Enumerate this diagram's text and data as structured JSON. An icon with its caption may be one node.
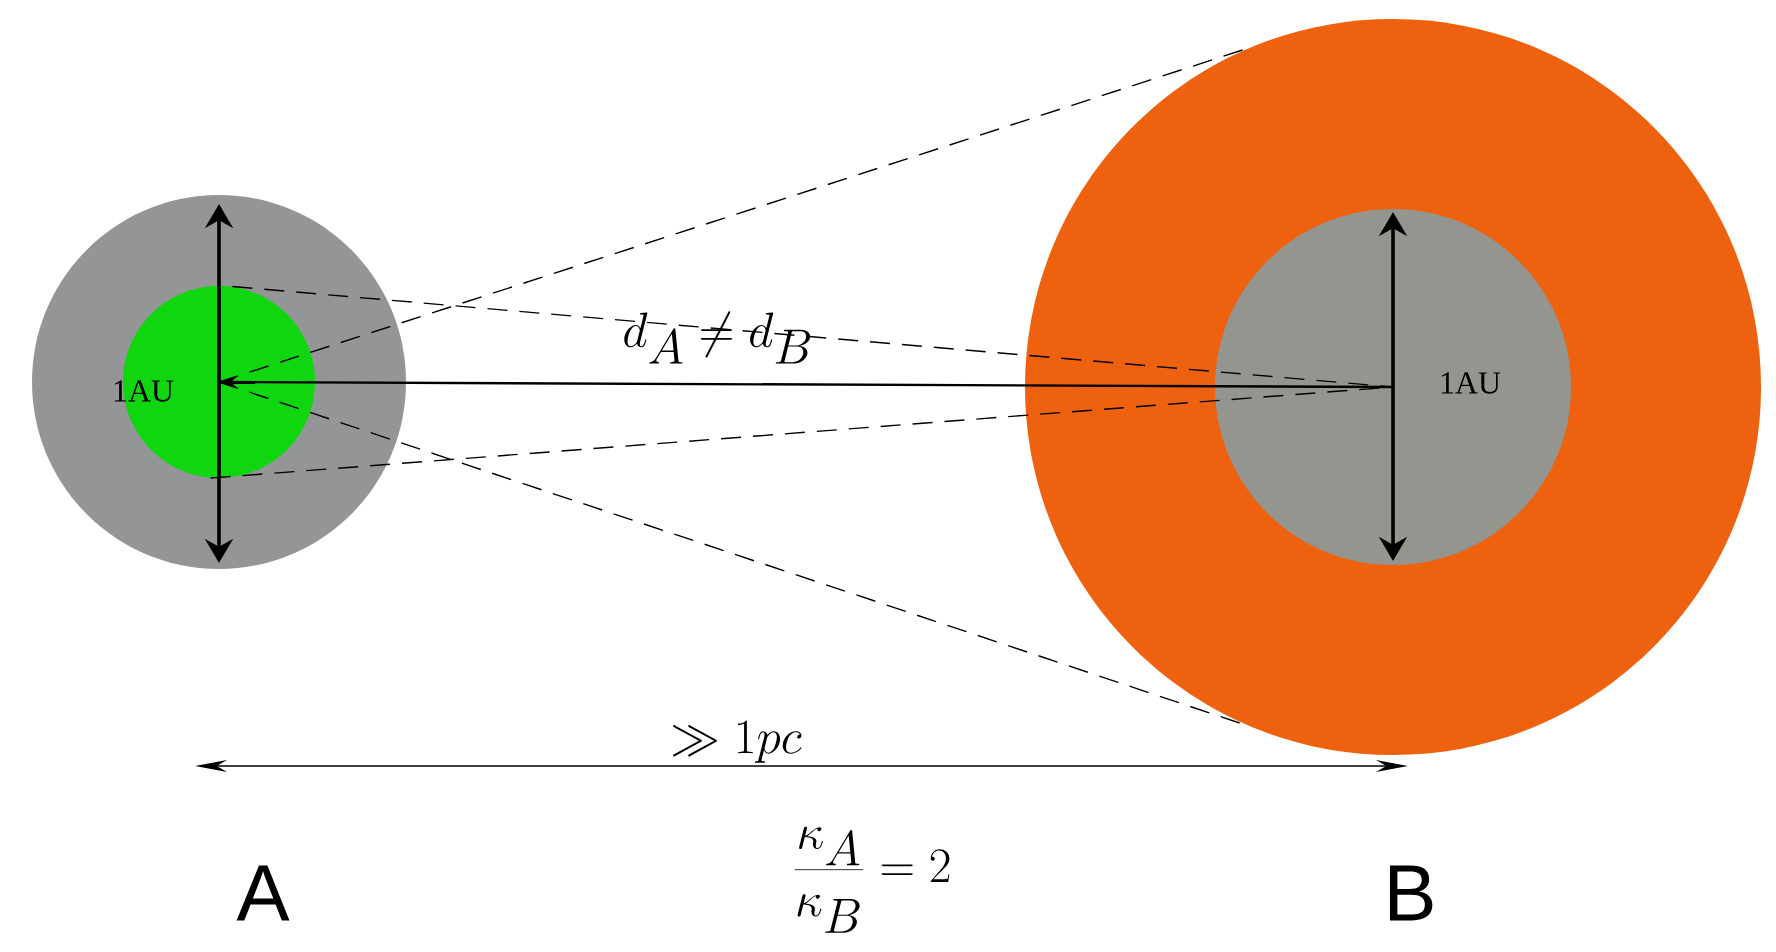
{
  "diagram": {
    "nodes": [
      {
        "text": [],
        "shape": "circle"
      },
      {
        "text": [],
        "shape": "circle",
        "in": 0
      },
      {
        "text": [],
        "shape": "circle"
      },
      {
        "text": [],
        "shape": "circle",
        "in": 2
      }
    ],
    "edges": [
      {
        "from": 3,
        "to": 1,
        "arrow": "to"
      },
      {
        "from": 1,
        "to": 2,
        "arrow": "none",
        "style": "dashed"
      },
      {
        "from": 1,
        "to": 2,
        "arrow": "none",
        "style": "dashed"
      },
      {
        "from": 1,
        "to": 3,
        "arrow": "none",
        "style": "dashed"
      },
      {
        "from": 1,
        "to": 3,
        "arrow": "none",
        "style": "dashed"
      }
    ],
    "labels": [
      "1AU",
      "d_A \\neq d_B",
      "1AU",
      "\\gg 1pc",
      "A",
      "\\frac{\\kappa_A}{\\kappa_B}=2",
      "B"
    ]
  }
}
